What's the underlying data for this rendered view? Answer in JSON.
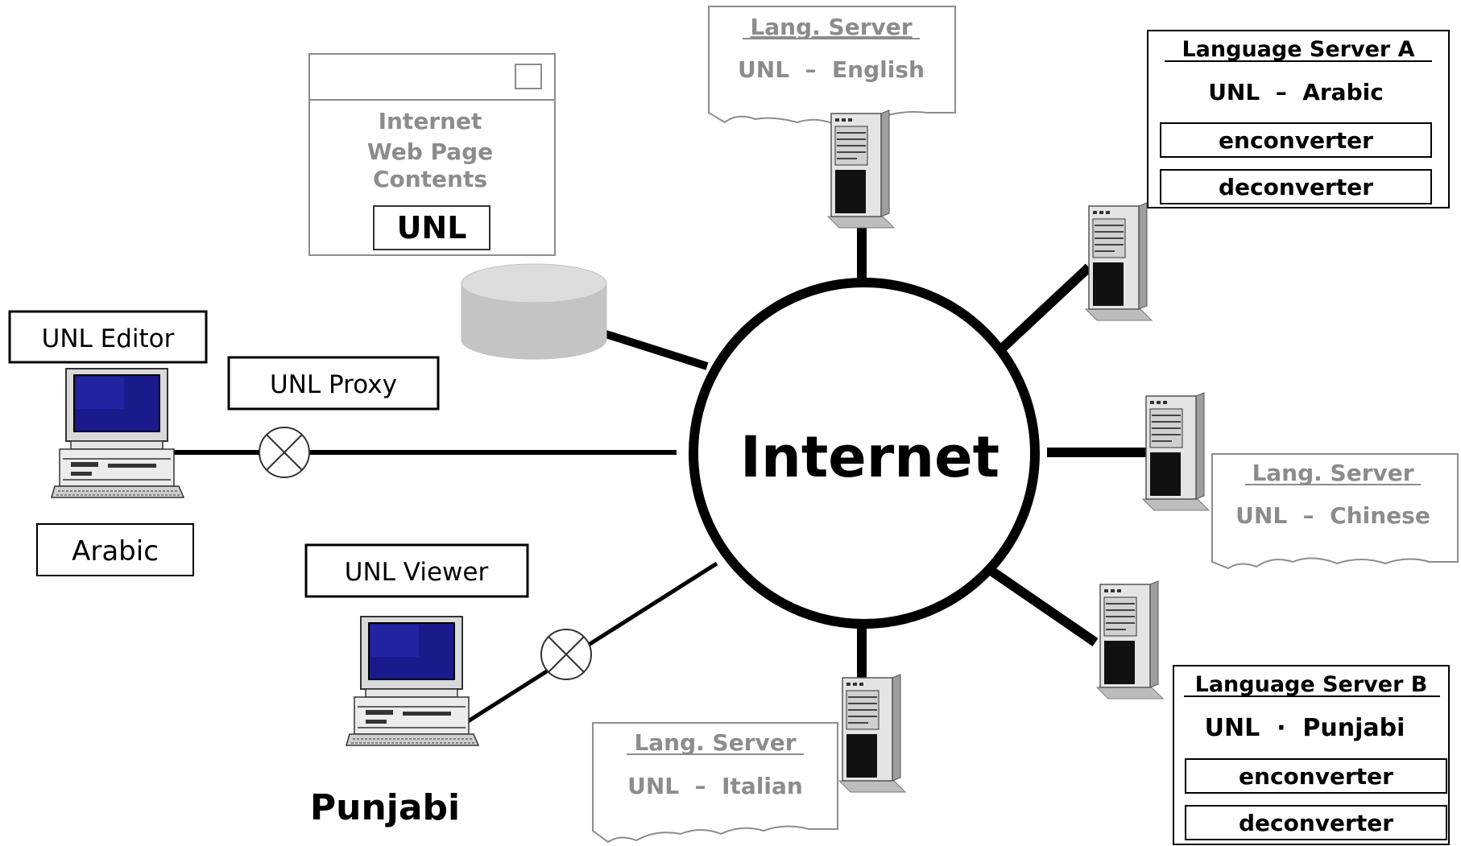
{
  "center": {
    "label": "Internet"
  },
  "web_page": {
    "lines": [
      "Internet",
      "Web Page",
      "Contents"
    ],
    "box_label": "UNL"
  },
  "lang_servers": [
    {
      "id": "english",
      "title": "Lang. Server",
      "subtitle": "UNL  –  English"
    },
    {
      "id": "chinese",
      "title": "Lang. Server",
      "subtitle": "UNL  –  Chinese"
    },
    {
      "id": "italian",
      "title": "Lang. Server",
      "subtitle": "UNL  –  Italian"
    }
  ],
  "server_a": {
    "title": "Language Server A",
    "subtitle": "UNL  –  Arabic",
    "box1": "enconverter",
    "box2": "deconverter"
  },
  "server_b": {
    "title": "Language Server B",
    "subtitle": "UNL  ·  Punjabi",
    "box1": "enconverter",
    "box2": "deconverter"
  },
  "clients": {
    "editor_label": "UNL Editor",
    "editor_lang": "Arabic",
    "proxy_label": "UNL Proxy",
    "viewer_label": "UNL Viewer",
    "viewer_lang": "Punjabi"
  },
  "icons": [
    "database-icon",
    "computer-icon",
    "server-tower-icon",
    "proxy-node-icon"
  ],
  "colors": {
    "line": "#000000",
    "gray_text": "#8c8c8c",
    "monitor_screen": "#1a1a8c",
    "database": "#c8c8c8"
  }
}
